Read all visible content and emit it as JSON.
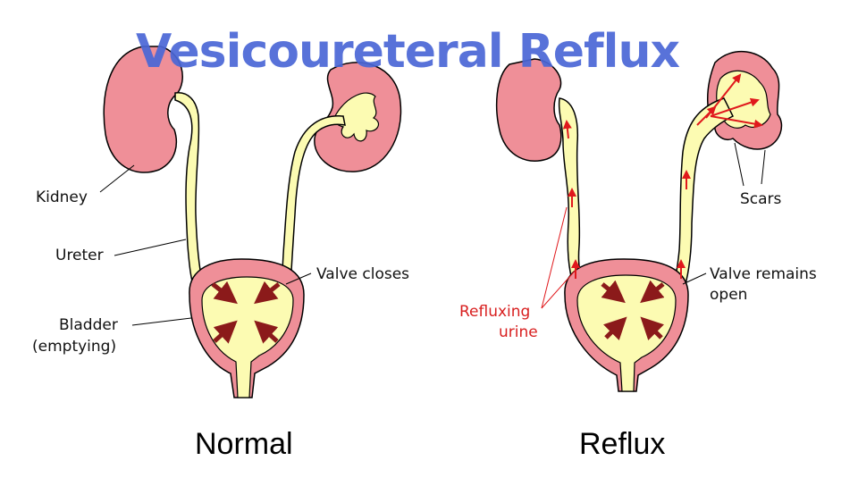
{
  "title": "Vesicoureteral Reflux",
  "labels": {
    "kidney": "Kidney",
    "ureter": "Ureter",
    "bladder_line1": "Bladder",
    "bladder_line2": "(emptying)",
    "valve_closes": "Valve closes",
    "refluxing_line1": "Refluxing",
    "refluxing_line2": "urine",
    "scars": "Scars",
    "valve_open_line1": "Valve remains",
    "valve_open_line2": "open"
  },
  "captions": {
    "normal": "Normal",
    "reflux": "Reflux"
  },
  "colors": {
    "kidney": "#ef8f98",
    "urine": "#fcfbb2",
    "arrow": "#8b1a1a",
    "reflux_arrow": "#e0181c",
    "title": "#4a67d6"
  }
}
